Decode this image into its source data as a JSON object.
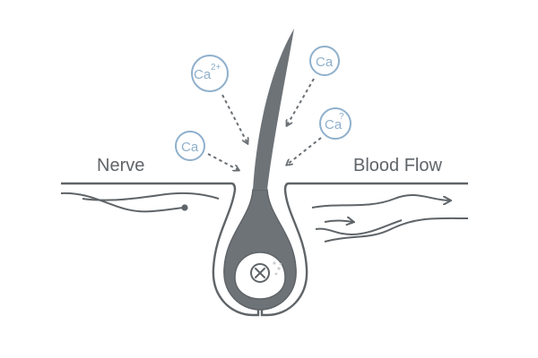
{
  "labels": {
    "nerve": "Nerve",
    "blood_flow": "Blood Flow"
  },
  "ions": [
    {
      "symbol": "Ca",
      "charge": "2+"
    },
    {
      "symbol": "Ca",
      "charge": ""
    },
    {
      "symbol": "Ca",
      "charge": "?"
    },
    {
      "symbol": "Ca",
      "charge": ""
    }
  ],
  "colors": {
    "hair": "#6e7378",
    "line": "#5f6468",
    "ion": "#8fb0cc",
    "ion_fill": "#ffffff",
    "follicle_fill": "#6e7378",
    "arrow": "#6a6f74"
  },
  "icons": {
    "bulb_mark": "cross-circle-icon"
  }
}
